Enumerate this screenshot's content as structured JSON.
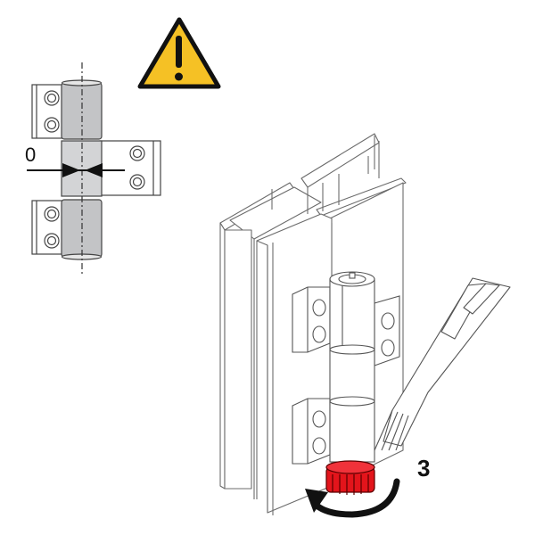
{
  "diagram": {
    "description": "Hinge height adjustment instruction: gap set to 0, turn red adjustment nut with tool",
    "warning_icon": "warning-triangle-icon",
    "labels": {
      "gap_value": "0",
      "step_number": "3"
    },
    "colors": {
      "warning_fill": "#f5c125",
      "outline": "#111111",
      "hinge_barrel": "#c8c9cb",
      "adjust_nut": "#e3141b",
      "line_art": "#6b6b6b"
    }
  }
}
